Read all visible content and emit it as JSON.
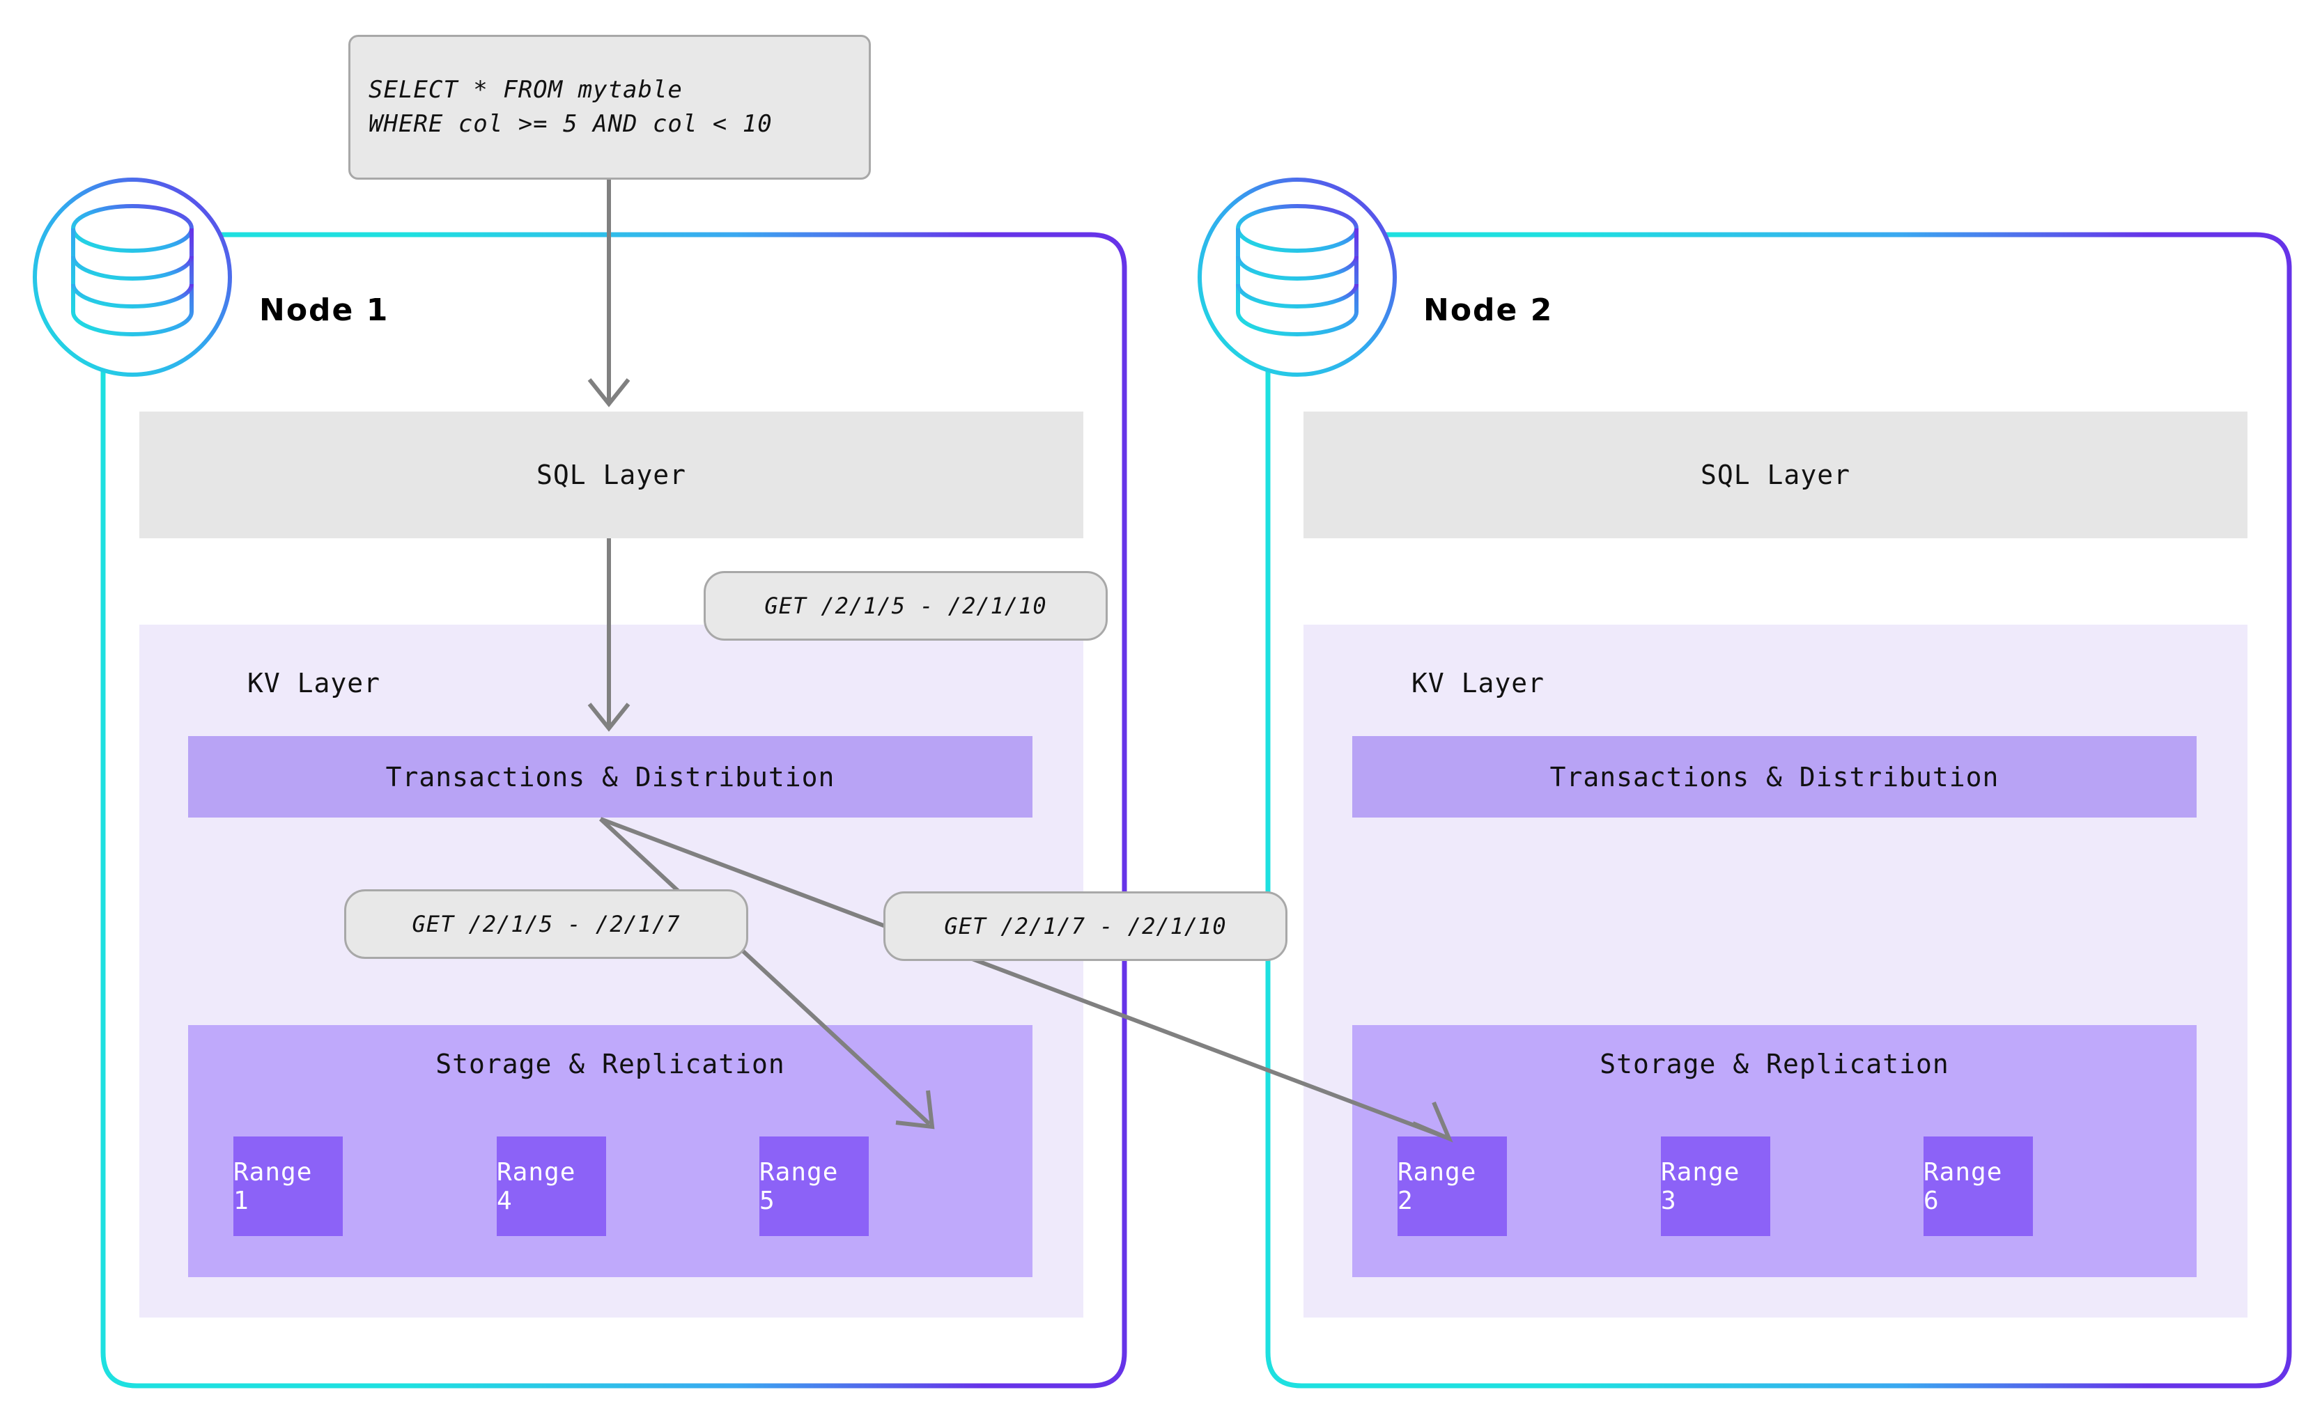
{
  "diagram": {
    "title": "Distributed SQL query routing across nodes",
    "colors": {
      "sql_layer_bg": "#e6e6e6",
      "kv_layer_bg": "#efeafb",
      "txn_bar_bg": "#b8a3f5",
      "storage_panel_bg": "#bfa9fb",
      "range_box_bg": "#8c62f7",
      "bubble_bg": "#e8e8e8",
      "bubble_border": "#a8a8a8",
      "arrow": "#808080",
      "border_cyan": "#1ee0e0",
      "border_purple": "#6633e8",
      "range_text": "#ffffff"
    },
    "query_bubble": {
      "name": "sql-query-callout",
      "line1": "SELECT * FROM mytable",
      "line2": "WHERE col >= 5 AND col < 10"
    },
    "callouts": [
      {
        "name": "get-range-5-to-10",
        "text": "GET /2/1/5 - /2/1/10"
      },
      {
        "name": "get-range-5-to-7",
        "text": "GET /2/1/5 - /2/1/7"
      },
      {
        "name": "get-range-7-to-10",
        "text": "GET /2/1/7 - /2/1/10"
      }
    ],
    "nodes": [
      {
        "id": "node-1",
        "title": "Node 1",
        "icon": "database-cylinder-icon",
        "sql_layer_label": "SQL Layer",
        "kv_layer_label": "KV Layer",
        "transactions_label": "Transactions & Distribution",
        "storage_label": "Storage & Replication",
        "ranges": [
          "Range 1",
          "Range 4",
          "Range 5"
        ]
      },
      {
        "id": "node-2",
        "title": "Node 2",
        "icon": "database-cylinder-icon",
        "sql_layer_label": "SQL Layer",
        "kv_layer_label": "KV Layer",
        "transactions_label": "Transactions & Distribution",
        "storage_label": "Storage & Replication",
        "ranges": [
          "Range 2",
          "Range 3",
          "Range 6"
        ]
      }
    ],
    "arrows": [
      {
        "name": "arrow-query-to-sql-layer",
        "from": "sql-query-callout",
        "to": "node-1 SQL Layer"
      },
      {
        "name": "arrow-sql-to-transactions",
        "from": "node-1 SQL Layer",
        "to": "node-1 Transactions & Distribution"
      },
      {
        "name": "arrow-transactions-to-range-5",
        "from": "node-1 Transactions",
        "to": "node-1 Range 5"
      },
      {
        "name": "arrow-transactions-to-range-2",
        "from": "node-1 Transactions",
        "to": "node-2 Range 2"
      }
    ]
  }
}
